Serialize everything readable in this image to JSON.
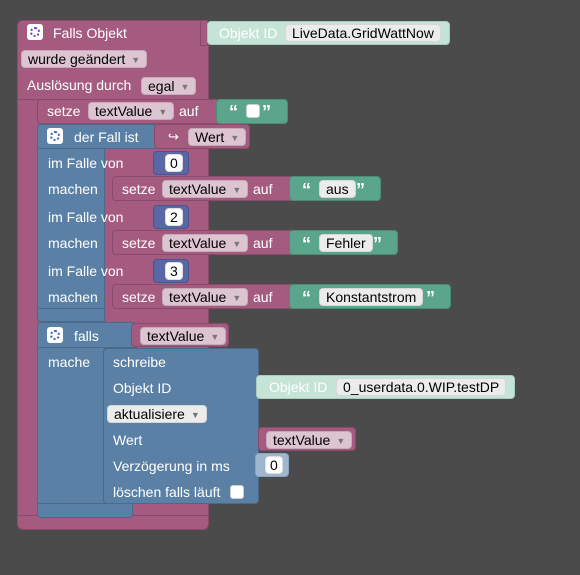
{
  "event_block": {
    "title": "Falls Objekt",
    "object_id_label": "Objekt ID",
    "object_id_value": "LiveData.GridWattNow",
    "trigger_option": "wurde geändert",
    "trigger_by_label": "Auslösung durch",
    "trigger_by_value": "egal"
  },
  "set_initial": {
    "setze": "setze",
    "variable": "textValue",
    "auf": "auf",
    "open_quote": "“",
    "close_quote": "”"
  },
  "switch_block": {
    "label": "der Fall ist",
    "value_label": "Wert",
    "value_glyph": "↪",
    "cases": [
      {
        "case_label": "im Falle von",
        "case_value": "0",
        "do_label": "machen",
        "setze": "setze",
        "variable": "textValue",
        "auf": "auf",
        "text": "aus"
      },
      {
        "case_label": "im Falle von",
        "case_value": "2",
        "do_label": "machen",
        "setze": "setze",
        "variable": "textValue",
        "auf": "auf",
        "text": "Fehler"
      },
      {
        "case_label": "im Falle von",
        "case_value": "3",
        "do_label": "machen",
        "setze": "setze",
        "variable": "textValue",
        "auf": "auf",
        "text": "Konstantstrom"
      }
    ]
  },
  "if_block": {
    "falls": "falls",
    "condition_var": "textValue",
    "mache": "mache"
  },
  "write_block": {
    "title": "schreibe",
    "object_id_label": "Objekt ID",
    "oid_block_label": "Objekt ID",
    "oid_value": "0_userdata.0.WIP.testDP",
    "mode": "aktualisiere",
    "value_label": "Wert",
    "value_var": "textValue",
    "delay_label": "Verzögerung in ms",
    "delay_value": "0",
    "clear_label": "löschen falls läuft"
  },
  "colors": {
    "background": "#4b4b4b",
    "event_purple": "#a55b80",
    "logic_blue": "#5b80a5",
    "math_indigo": "#5b67a5",
    "text_green": "#5ba58c",
    "oid_light_green": "#c5e3d6"
  }
}
